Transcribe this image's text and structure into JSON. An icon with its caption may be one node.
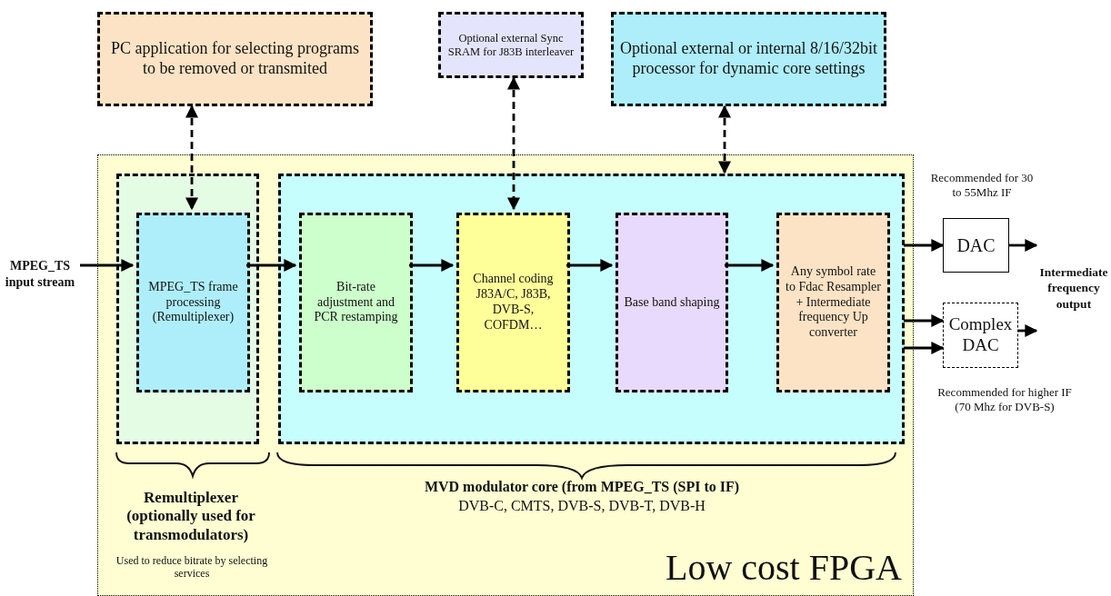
{
  "diagram": {
    "nodes": [
      {
        "text": [
          "PC application for selecting programs to be removed or transmited"
        ]
      },
      {
        "text": [
          "Optional external Sync SRAM for J83B interleaver"
        ]
      },
      {
        "text": [
          "Optional external or internal 8/16/32bit processor for dynamic core settings"
        ]
      },
      {
        "text": [
          "MPEG_TS input stream"
        ]
      },
      {
        "text": [
          "Low cost FPGA"
        ]
      },
      {
        "text": [],
        "shape": "box",
        "in": 4
      },
      {
        "text": [
          "MPEG_TS frame processing (Remultiplexer)"
        ],
        "in": 5
      },
      {
        "text": [],
        "shape": "box",
        "in": 4
      },
      {
        "text": [
          "Bit-rate adjustment and PCR restamping"
        ],
        "in": 7
      },
      {
        "text": [
          "Channel coding J83A/C, J83B, DVB-S, COFDM…"
        ],
        "in": 7
      },
      {
        "text": [
          "Base band shaping"
        ],
        "in": 7
      },
      {
        "text": [
          "Any symbol rate to Fdac Resampler + Intermediate frequency Up converter"
        ],
        "in": 7
      },
      {
        "text": [
          "DAC"
        ],
        "beside": [
          "Recommended for 30 to 55Mhz IF"
        ]
      },
      {
        "text": [
          "Complex DAC"
        ],
        "beside": [
          "Recommended for higher IF (70 Mhz for DVB-S)"
        ]
      },
      {
        "text": [
          "Intermediate frequency output"
        ]
      }
    ],
    "edges": [
      {
        "from": 0,
        "to": 6,
        "arrow": "both",
        "style": "dashed"
      },
      {
        "from": 1,
        "to": 9,
        "arrow": "both",
        "style": "dashed"
      },
      {
        "from": 2,
        "to": 7,
        "arrow": "both",
        "style": "dashed"
      },
      {
        "from": 3,
        "to": 6,
        "arrow": "to"
      },
      {
        "from": 6,
        "to": 8,
        "arrow": "to"
      },
      {
        "from": 8,
        "to": 9,
        "arrow": "to"
      },
      {
        "from": 9,
        "to": 10,
        "arrow": "to"
      },
      {
        "from": 10,
        "to": 11,
        "arrow": "to"
      },
      {
        "from": 7,
        "to": 12,
        "arrow": "to"
      },
      {
        "from": 7,
        "to": 13,
        "arrow": "to"
      },
      {
        "from": 7,
        "to": 13,
        "arrow": "to"
      },
      {
        "from": 12,
        "to": 14,
        "arrow": "to"
      },
      {
        "from": 13,
        "to": 14,
        "arrow": "to"
      }
    ],
    "labels": [
      "Remultiplexer (optionally used for transmodulators)",
      "MVD modulator core (from MPEG_TS (SPI to IF)",
      "DVB-C, CMTS, DVB-S, DVB-T, DVB-H",
      "Used to reduce bitrate by selecting services"
    ]
  }
}
